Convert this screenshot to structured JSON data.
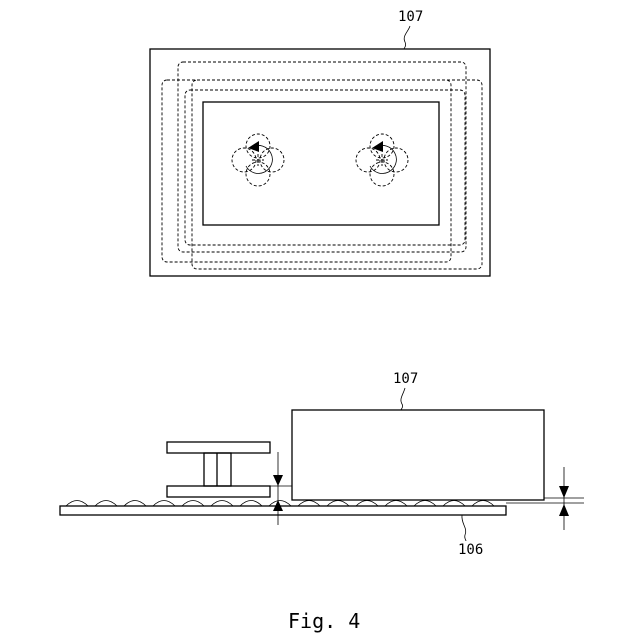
{
  "figure": {
    "top_view": {
      "ref_label": "107"
    },
    "side_view": {
      "upper_ref_label": "107",
      "lower_ref_label": "106"
    },
    "caption": "Fig. 4"
  }
}
